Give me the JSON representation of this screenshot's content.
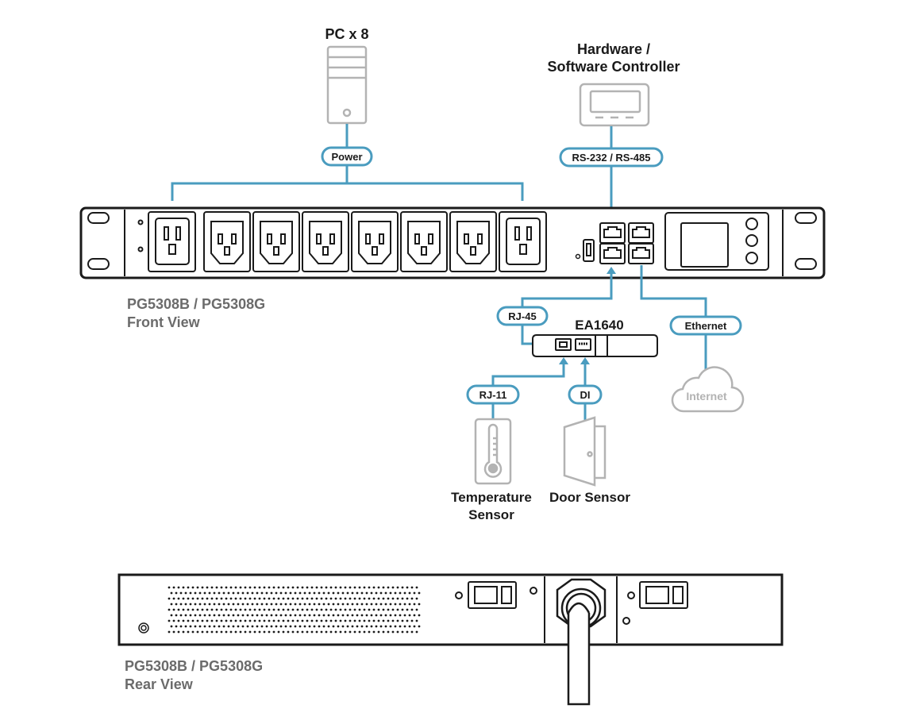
{
  "devices": {
    "pc_label": "PC x 8",
    "controller_label_line1": "Hardware /",
    "controller_label_line2": "Software Controller",
    "ea_label": "EA1640",
    "temp_label_line1": "Temperature",
    "temp_label_line2": "Sensor",
    "door_label": "Door Sensor",
    "internet_label": "Internet"
  },
  "connections": {
    "power": "Power",
    "serial": "RS-232 / RS-485",
    "rj45": "RJ-45",
    "ethernet": "Ethernet",
    "rj11": "RJ-11",
    "di": "DI"
  },
  "views": {
    "front_line1": "PG5308B / PG5308G",
    "front_line2": "Front View",
    "rear_line1": "PG5308B / PG5308G",
    "rear_line2": "Rear View"
  },
  "colors": {
    "connector_line": "#4a9cbf",
    "device_outline": "#b3b3b3",
    "pdu_outline": "#1a1a1a",
    "caption_text": "#6b6b6b"
  },
  "outlets": {
    "c19_count": 2,
    "c13_count": 6
  }
}
